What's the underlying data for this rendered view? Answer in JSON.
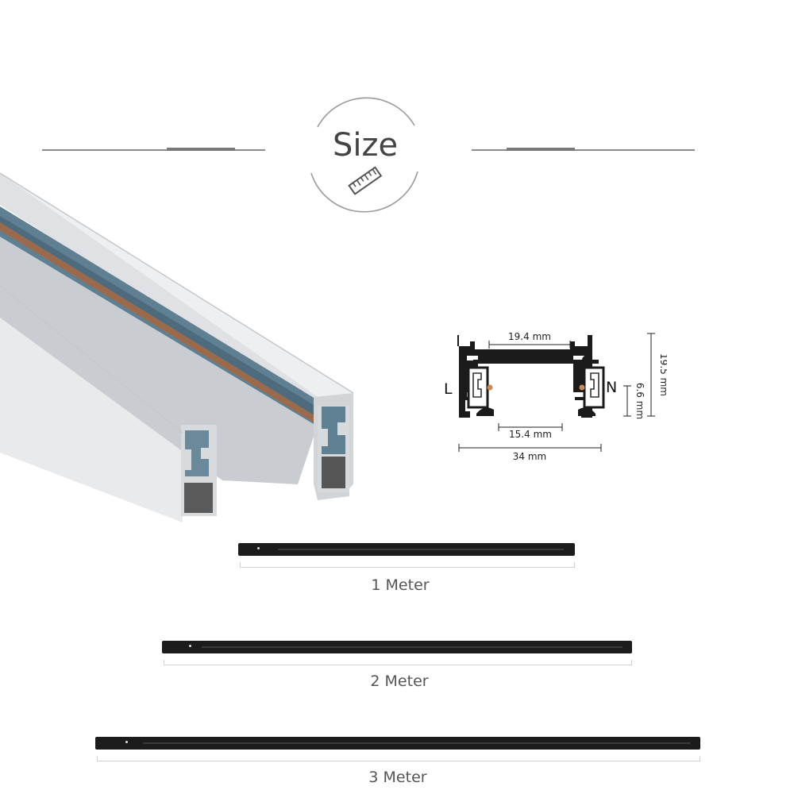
{
  "header": {
    "title": "Size",
    "icon": "ruler-icon"
  },
  "profile_diagram": {
    "width_top": "19.4 mm",
    "width_bottom": "15.4 mm",
    "width_total": "34 mm",
    "height_total": "19.5 mm",
    "height_inner": "6.6 mm",
    "label_left": "L",
    "label_right": "N"
  },
  "lengths": [
    {
      "label": "1 Meter"
    },
    {
      "label": "2 Meter"
    },
    {
      "label": "3 Meter"
    }
  ],
  "colors": {
    "rail": "#1c1c1c",
    "aluminum": "#dcdfe2",
    "insulator": "#5f7f92",
    "copper": "#9b6a4c",
    "line": "#8a8a8a"
  }
}
